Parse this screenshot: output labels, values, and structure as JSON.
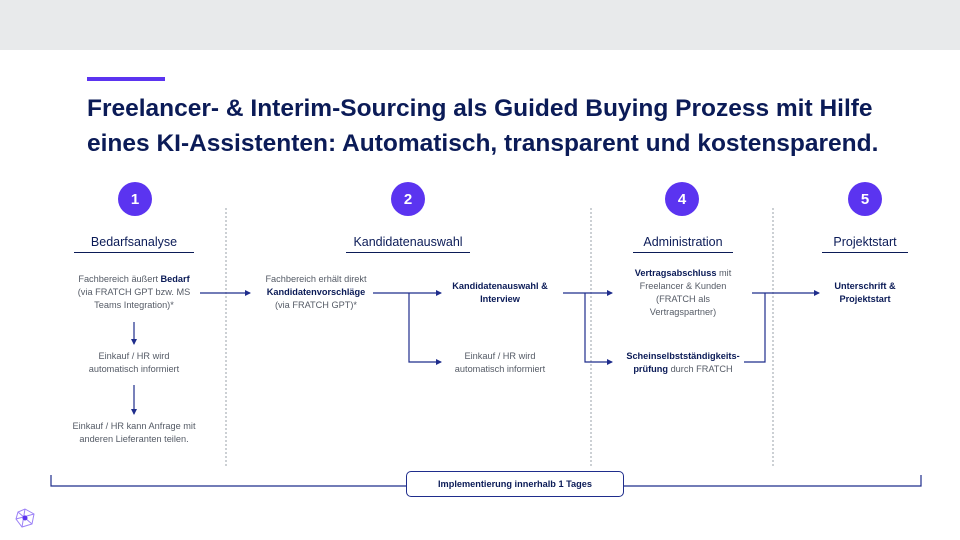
{
  "title": {
    "line1": "Freelancer- & Interim-Sourcing als Guided Buying Prozess mit Hilfe",
    "line2": "eines KI-Assistenten: Automatisch, transparent und kostensparend."
  },
  "phases": [
    {
      "number": "1",
      "label": "Bedarfsanalyse"
    },
    {
      "number": "2",
      "label": "Kandidatenauswahl"
    },
    {
      "number": "4",
      "label": "Administration"
    },
    {
      "number": "5",
      "label": "Projektstart"
    }
  ],
  "bedarf": {
    "step1": {
      "pre": "Fachbereich äußert ",
      "bold": "Bedarf",
      "line2": "(via FRATCH GPT bzw. MS",
      "line3": "Teams Integration)*"
    },
    "step2": {
      "line1": "Einkauf / HR wird",
      "line2": "automatisch informiert"
    },
    "step3": {
      "line1": "Einkauf / HR kann Anfrage mit",
      "line2": "anderen Lieferanten teilen."
    }
  },
  "kandidaten": {
    "step1": {
      "line1": "Fachbereich erhält direkt",
      "bold": "Kandidatenvorschläge",
      "line3": "(via FRATCH GPT)*"
    },
    "step2": {
      "line1": "Kandidatenauswahl &",
      "line2": "Interview"
    },
    "step3": {
      "line1": "Einkauf / HR wird",
      "line2": "automatisch informiert"
    }
  },
  "administration": {
    "step1": {
      "bold": "Vertragsabschluss",
      "rest1": " mit",
      "line2": "Freelancer & Kunden",
      "line3": "(FRATCH als",
      "line4": "Vertragspartner)"
    },
    "step2": {
      "line1": "Scheinselbstständigkeits-",
      "bold2": "prüfung",
      "rest2": " durch FRATCH"
    }
  },
  "projektstart": {
    "step1": {
      "line1": "Unterschrift &",
      "line2": "Projektstart"
    }
  },
  "implementation": "Implementierung innerhalb 1 Tages",
  "colors": {
    "accent": "#5b34f0",
    "navy": "#0b1b57",
    "line": "#1f2d8c",
    "text": "#555b66",
    "topbar": "#e8eaeb"
  }
}
